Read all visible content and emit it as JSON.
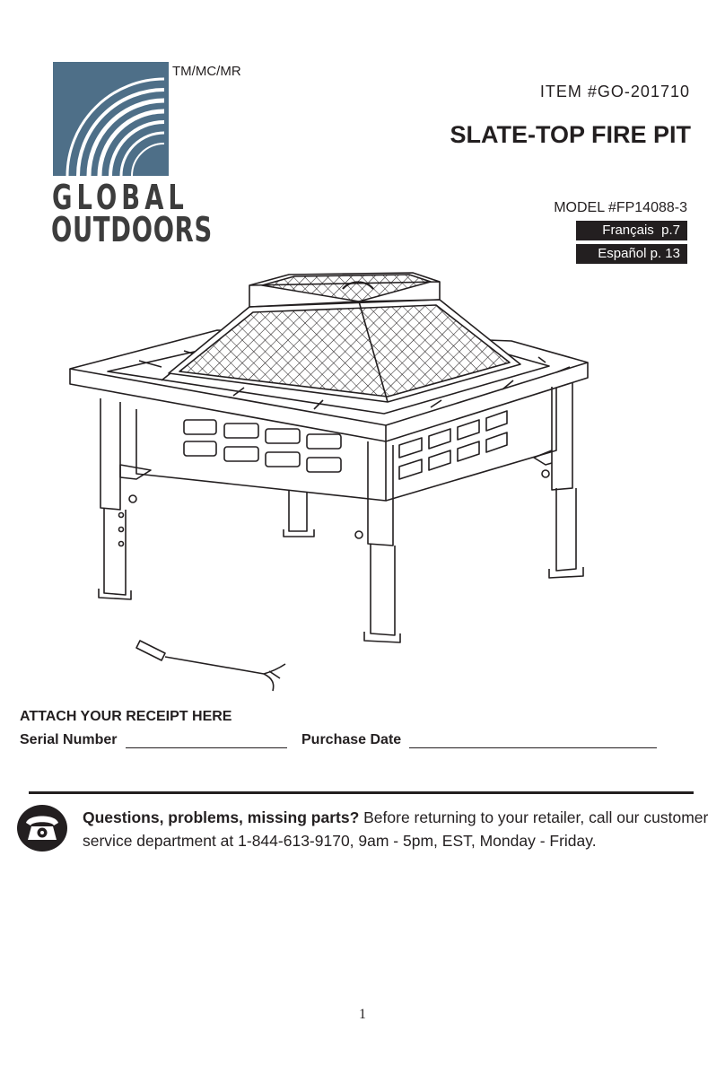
{
  "brand": {
    "trademark": "TM/MC/MR",
    "line1": "GLOBAL",
    "line2": "OUTDOORS"
  },
  "header": {
    "item_number": "ITEM #GO-201710",
    "title": "SLATE-TOP FIRE PIT",
    "model_number": "MODEL #FP14088-3",
    "languages": [
      "Français  p.7",
      "Español p. 13"
    ]
  },
  "receipt": {
    "heading": "ATTACH YOUR RECEIPT HERE",
    "serial_label": "Serial Number",
    "purchase_date_label": "Purchase Date"
  },
  "support": {
    "lead": "Questions, problems, missing parts?",
    "body": " Before returning to your retailer, call our customer service department at 1-844-613-9170, 9am - 5pm, EST, Monday - Friday."
  },
  "page_number": "1",
  "colors": {
    "logo_blue": "#4e6f88",
    "text": "#231f20"
  }
}
